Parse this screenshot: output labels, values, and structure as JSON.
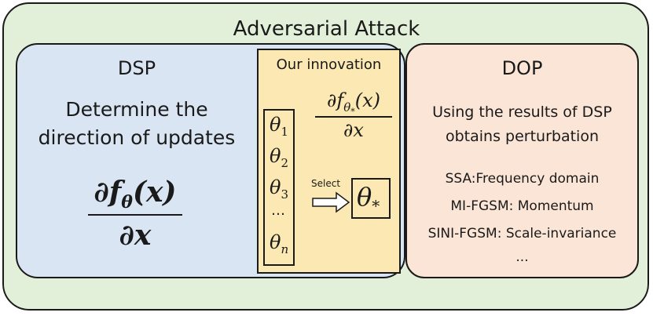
{
  "diagram": {
    "outer_title": "Adversarial Attack",
    "dsp": {
      "title": "DSP",
      "desc_line1": "Determine the",
      "desc_line2": "direction of updates",
      "formula_num_base": "∂f",
      "formula_num_sub": "θ",
      "formula_num_arg": "(x)",
      "formula_den": "∂x"
    },
    "innovation": {
      "title": "Our innovation",
      "formula_num_base": "∂f",
      "formula_num_sub": "θ",
      "formula_num_subsub": "*",
      "formula_num_arg": "(x)",
      "formula_den": "∂x",
      "theta_symbol": "θ",
      "theta_subscripts": [
        "1",
        "2",
        "3",
        "n"
      ],
      "theta_ellipsis": "…",
      "select_label": "Select",
      "selected_sub": "*"
    },
    "dop": {
      "title": "DOP",
      "desc_line1": "Using the results of DSP",
      "desc_line2": "obtains perturbation",
      "methods": [
        "SSA:Frequency domain",
        "MI-FGSM: Momentum",
        "SINI-FGSM: Scale-invariance",
        "..."
      ]
    }
  }
}
